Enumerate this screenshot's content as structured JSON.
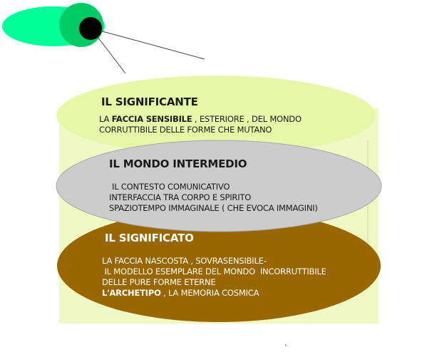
{
  "colors": {
    "eye_outer": "#00ff99",
    "eye_iris": "#00cc66",
    "eye_pupil": "#000000",
    "panel": "#f0f8c4",
    "top_ellipse": "#e6f8a8",
    "middle_ellipse": "#cccccc",
    "bottom_ellipse": "#996600"
  },
  "icons": {
    "eye": "eye-icon"
  },
  "significante": {
    "title": "IL SIGNIFICANTE",
    "line1_prefix": "LA ",
    "line1_bold": "FACCIA SENSIBILE",
    "line1_suffix": " , ESTERIORE , DEL MONDO",
    "line2": "CORRUTTIBILE DELLE FORME CHE MUTANO"
  },
  "mondo_intermedio": {
    "title": "IL MONDO INTERMEDIO",
    "lines": [
      "IL CONTESTO COMUNICATIVO",
      "INTERFACCIA TRA CORPO E SPIRITO",
      "SPAZIOTEMPO IMMAGINALE ( CHE EVOCA IMMAGINI)"
    ]
  },
  "significato": {
    "title": "IL SIGNIFICATO",
    "line1": "LA FACCIA NASCOSTA , SOVRASENSIBILE-",
    "line2": " IL MODELLO ESEMPLARE DEL MONDO  INCORRUTTIBILE",
    "line3": "DELLE PURE FORME ETERNE",
    "line4_bold": "L'ARCHETIPO",
    "line4_suffix": " , LA MEMORIA COSMICA"
  },
  "footnote": "."
}
